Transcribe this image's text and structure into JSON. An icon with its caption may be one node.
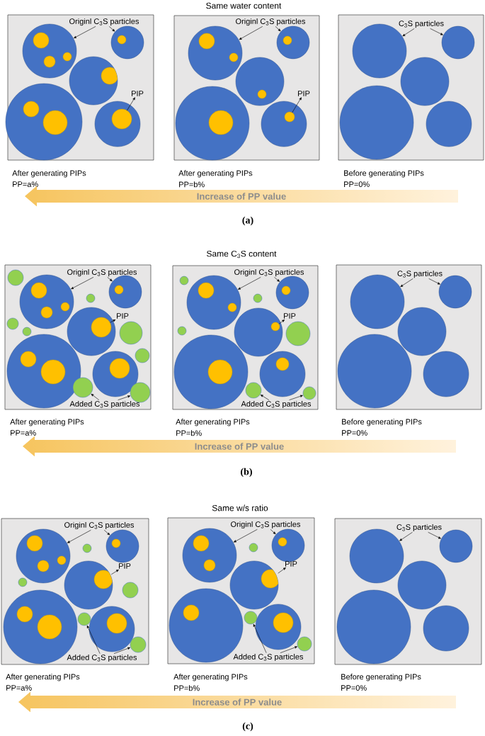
{
  "diagram": {
    "nodes": [
      {
        "text": [],
        "shape": "box",
        "beside": [
          "After generating PIPs",
          "PP=a%"
        ]
      },
      {
        "text": [
          "Originl C$_{3}$S particles"
        ],
        "in": 0
      },
      {
        "text": [
          "PIP"
        ],
        "in": 0
      },
      {
        "text": [],
        "shape": "circle",
        "in": 0
      },
      {
        "text": [],
        "shape": "circle",
        "in": 0
      },
      {
        "text": [],
        "shape": "circle",
        "in": 0
      },
      {
        "text": [],
        "shape": "circle",
        "in": 0
      },
      {
        "text": [],
        "shape": "circle",
        "in": 0
      },
      {
        "text": [],
        "shape": "circle",
        "in": 3
      },
      {
        "text": [],
        "shape": "circle",
        "in": 3
      },
      {
        "text": [],
        "shape": "circle",
        "in": 3
      },
      {
        "text": [],
        "shape": "circle",
        "in": 4
      },
      {
        "text": [],
        "shape": "circle",
        "in": 5
      },
      {
        "text": [],
        "shape": "circle",
        "in": 6
      },
      {
        "text": [],
        "shape": "circle",
        "in": 6
      },
      {
        "text": [],
        "shape": "circle",
        "in": 7
      },
      {
        "text": [],
        "shape": "box",
        "beside": [
          "After generating PIPs",
          "PP=b%"
        ]
      },
      {
        "text": [
          "Originl C$_{3}$S particles"
        ],
        "in": 16
      },
      {
        "text": [
          "PIP"
        ],
        "in": 16
      },
      {
        "text": [],
        "shape": "circle",
        "in": 16
      },
      {
        "text": [],
        "shape": "circle",
        "in": 16
      },
      {
        "text": [],
        "shape": "circle",
        "in": 16
      },
      {
        "text": [],
        "shape": "circle",
        "in": 16
      },
      {
        "text": [],
        "shape": "circle",
        "in": 16
      },
      {
        "text": [],
        "shape": "circle",
        "in": 19
      },
      {
        "text": [],
        "shape": "circle",
        "in": 19
      },
      {
        "text": [],
        "shape": "circle",
        "in": 20
      },
      {
        "text": [],
        "shape": "circle",
        "in": 21
      },
      {
        "text": [],
        "shape": "circle",
        "in": 22
      },
      {
        "text": [],
        "shape": "circle",
        "in": 23
      },
      {
        "text": [],
        "shape": "box",
        "beside": [
          "Before generating PIPs",
          "PP=0%"
        ]
      },
      {
        "text": [
          "C$_{3}$S particles"
        ],
        "in": 30
      },
      {
        "text": [],
        "shape": "circle",
        "in": 30
      },
      {
        "text": [],
        "shape": "circle",
        "in": 30
      },
      {
        "text": [],
        "shape": "circle",
        "in": 30
      },
      {
        "text": [],
        "shape": "circle",
        "in": 30
      },
      {
        "text": [],
        "shape": "circle",
        "in": 30
      },
      {
        "text": [
          "Increase of PP value"
        ]
      },
      {
        "text": [],
        "shape": "box",
        "beside": [
          "After generating PIPs",
          "PP=a%"
        ]
      },
      {
        "text": [
          "Originl C$_{3}$S particles"
        ],
        "in": 38
      },
      {
        "text": [
          "PIP"
        ],
        "in": 38
      },
      {
        "text": [
          "Added C$_{3}$S particles"
        ],
        "in": 38
      },
      {
        "text": [],
        "shape": "circle",
        "in": 38
      },
      {
        "text": [],
        "shape": "circle",
        "in": 38
      },
      {
        "text": [],
        "shape": "circle",
        "in": 38
      },
      {
        "text": [],
        "shape": "circle",
        "in": 38
      },
      {
        "text": [],
        "shape": "circle",
        "in": 38
      },
      {
        "text": [],
        "shape": "circle",
        "in": 38
      },
      {
        "text": [],
        "shape": "circle",
        "in": 38
      },
      {
        "text": [],
        "shape": "circle",
        "in": 38
      },
      {
        "text": [],
        "shape": "circle",
        "in": 38
      },
      {
        "text": [],
        "shape": "circle",
        "in": 38
      },
      {
        "text": [],
        "shape": "circle",
        "in": 38
      },
      {
        "text": [],
        "shape": "circle",
        "in": 38
      },
      {
        "text": [],
        "shape": "circle",
        "in": 38
      },
      {
        "text": [],
        "shape": "circle",
        "in": 43
      },
      {
        "text": [],
        "shape": "circle",
        "in": 43
      },
      {
        "text": [],
        "shape": "circle",
        "in": 43
      },
      {
        "text": [],
        "shape": "circle",
        "in": 44
      },
      {
        "text": [],
        "shape": "circle",
        "in": 48
      },
      {
        "text": [],
        "shape": "circle",
        "in": 50
      },
      {
        "text": [],
        "shape": "circle",
        "in": 50
      },
      {
        "text": [],
        "shape": "circle",
        "in": 51
      },
      {
        "text": [],
        "shape": "box",
        "beside": [
          "After generating PIPs",
          "PP=b%"
        ]
      },
      {
        "text": [
          "Originl C$_{3}$S particles"
        ],
        "in": 63
      },
      {
        "text": [
          "PIP"
        ],
        "in": 63
      },
      {
        "text": [
          "Added C$_{3}$S particles"
        ],
        "in": 63
      },
      {
        "text": [],
        "shape": "circle",
        "in": 63
      },
      {
        "text": [],
        "shape": "circle",
        "in": 63
      },
      {
        "text": [],
        "shape": "circle",
        "in": 63
      },
      {
        "text": [],
        "shape": "circle",
        "in": 63
      },
      {
        "text": [],
        "shape": "circle",
        "in": 63
      },
      {
        "text": [],
        "shape": "circle",
        "in": 63
      },
      {
        "text": [],
        "shape": "circle",
        "in": 63
      },
      {
        "text": [],
        "shape": "circle",
        "in": 63
      },
      {
        "text": [],
        "shape": "circle",
        "in": 63
      },
      {
        "text": [],
        "shape": "circle",
        "in": 63
      },
      {
        "text": [],
        "shape": "circle",
        "in": 63
      },
      {
        "text": [],
        "shape": "circle",
        "in": 68
      },
      {
        "text": [],
        "shape": "circle",
        "in": 68
      },
      {
        "text": [],
        "shape": "circle",
        "in": 69
      },
      {
        "text": [],
        "shape": "circle",
        "in": 72
      },
      {
        "text": [],
        "shape": "circle",
        "in": 74
      },
      {
        "text": [],
        "shape": "circle",
        "in": 75
      },
      {
        "text": [],
        "shape": "box",
        "beside": [
          "Before generating PIPs",
          "PP=0%"
        ]
      },
      {
        "text": [
          "C$_{3}$S particles"
        ],
        "in": 84
      },
      {
        "text": [],
        "shape": "circle",
        "in": 84
      },
      {
        "text": [],
        "shape": "circle",
        "in": 84
      },
      {
        "text": [],
        "shape": "circle",
        "in": 84
      },
      {
        "text": [],
        "shape": "circle",
        "in": 84
      },
      {
        "text": [],
        "shape": "circle",
        "in": 84
      },
      {
        "text": [
          "Increase of PP value"
        ]
      },
      {
        "text": [],
        "shape": "box",
        "beside": [
          "After generating PIPs",
          "PP=a%"
        ]
      },
      {
        "text": [
          "Originl C$_{3}$S particles"
        ],
        "in": 92
      },
      {
        "text": [
          "PIP"
        ],
        "in": 92
      },
      {
        "text": [
          "Added C$_{3}$S particles"
        ],
        "in": 92
      },
      {
        "text": [],
        "shape": "circle",
        "in": 92
      },
      {
        "text": [],
        "shape": "circle",
        "in": 92
      },
      {
        "text": [],
        "shape": "circle",
        "in": 92
      },
      {
        "text": [],
        "shape": "circle",
        "in": 92
      },
      {
        "text": [],
        "shape": "circle",
        "in": 92
      },
      {
        "text": [],
        "shape": "circle",
        "in": 92
      },
      {
        "text": [],
        "shape": "circle",
        "in": 92
      },
      {
        "text": [],
        "shape": "circle",
        "in": 92
      },
      {
        "text": [],
        "shape": "circle",
        "in": 92
      },
      {
        "text": [],
        "shape": "circle",
        "in": 92
      },
      {
        "text": [],
        "shape": "circle",
        "in": 96
      },
      {
        "text": [],
        "shape": "circle",
        "in": 96
      },
      {
        "text": [],
        "shape": "circle",
        "in": 96
      },
      {
        "text": [],
        "shape": "circle",
        "in": 97
      },
      {
        "text": [],
        "shape": "circle",
        "in": 100
      },
      {
        "text": [],
        "shape": "circle",
        "in": 102
      },
      {
        "text": [],
        "shape": "circle",
        "in": 102
      },
      {
        "text": [],
        "shape": "circle",
        "in": 104
      },
      {
        "text": [],
        "shape": "box",
        "beside": [
          "After generating PIPs",
          "PP=b%"
        ]
      },
      {
        "text": [
          "Originl C$_{3}$S particles"
        ],
        "in": 114
      },
      {
        "text": [
          "PIP"
        ],
        "in": 114
      },
      {
        "text": [
          "Added C$_{3}$S particles"
        ],
        "in": 114
      },
      {
        "text": [],
        "shape": "circle",
        "in": 114
      },
      {
        "text": [],
        "shape": "circle",
        "in": 114
      },
      {
        "text": [],
        "shape": "circle",
        "in": 114
      },
      {
        "text": [],
        "shape": "circle",
        "in": 114
      },
      {
        "text": [],
        "shape": "circle",
        "in": 114
      },
      {
        "text": [],
        "shape": "circle",
        "in": 114
      },
      {
        "text": [],
        "shape": "circle",
        "in": 114
      },
      {
        "text": [],
        "shape": "circle",
        "in": 114
      },
      {
        "text": [],
        "shape": "circle",
        "in": 118
      },
      {
        "text": [],
        "shape": "circle",
        "in": 118
      },
      {
        "text": [],
        "shape": "circle",
        "in": 119
      },
      {
        "text": [],
        "shape": "circle",
        "in": 121
      },
      {
        "text": [],
        "shape": "circle",
        "in": 122
      },
      {
        "text": [],
        "shape": "circle",
        "in": 124
      },
      {
        "text": [],
        "shape": "box",
        "beside": [
          "Before generating PIPs",
          "PP=0%"
        ]
      },
      {
        "text": [
          "C$_{3}$S particles"
        ],
        "in": 132
      },
      {
        "text": [],
        "shape": "circle",
        "in": 132
      },
      {
        "text": [],
        "shape": "circle",
        "in": 132
      },
      {
        "text": [],
        "shape": "circle",
        "in": 132
      },
      {
        "text": [],
        "shape": "circle",
        "in": 132
      },
      {
        "text": [],
        "shape": "circle",
        "in": 132
      },
      {
        "text": [
          "Increase of PP value"
        ]
      }
    ],
    "edges": [
      {
        "from": 1,
        "to": 3,
        "arrow": "to"
      },
      {
        "from": 1,
        "to": 4,
        "arrow": "to"
      },
      {
        "from": 15,
        "to": 2,
        "arrow": "to"
      },
      {
        "from": 17,
        "to": 19,
        "arrow": "to"
      },
      {
        "from": 17,
        "to": 20,
        "arrow": "to"
      },
      {
        "from": 29,
        "to": 18,
        "arrow": "to"
      },
      {
        "from": 31,
        "to": 32,
        "arrow": "to"
      },
      {
        "from": 31,
        "to": 33,
        "arrow": "to"
      },
      {
        "from": 39,
        "to": 43,
        "arrow": "to"
      },
      {
        "from": 39,
        "to": 44,
        "arrow": "to"
      },
      {
        "from": 59,
        "to": 40,
        "arrow": "to"
      },
      {
        "from": 41,
        "to": 53,
        "arrow": "to"
      },
      {
        "from": 41,
        "to": 54,
        "arrow": "to"
      },
      {
        "from": 64,
        "to": 68,
        "arrow": "to"
      },
      {
        "from": 64,
        "to": 69,
        "arrow": "to"
      },
      {
        "from": 81,
        "to": 65,
        "arrow": "to"
      },
      {
        "from": 66,
        "to": 76,
        "arrow": "to"
      },
      {
        "from": 66,
        "to": 77,
        "arrow": "to"
      },
      {
        "from": 85,
        "to": 86,
        "arrow": "to"
      },
      {
        "from": 85,
        "to": 87,
        "arrow": "to"
      },
      {
        "from": 93,
        "to": 96,
        "arrow": "to"
      },
      {
        "from": 93,
        "to": 97,
        "arrow": "to"
      },
      {
        "from": 110,
        "to": 94,
        "arrow": "to"
      },
      {
        "from": 95,
        "to": 103,
        "arrow": "to"
      },
      {
        "from": 95,
        "to": 105,
        "arrow": "to"
      },
      {
        "from": 115,
        "to": 118,
        "arrow": "to"
      },
      {
        "from": 115,
        "to": 119,
        "arrow": "to"
      },
      {
        "from": 129,
        "to": 116,
        "arrow": "to"
      },
      {
        "from": 117,
        "to": 123,
        "arrow": "to"
      },
      {
        "from": 117,
        "to": 125,
        "arrow": "to"
      },
      {
        "from": 133,
        "to": 134,
        "arrow": "to"
      },
      {
        "from": 133,
        "to": 135,
        "arrow": "to"
      }
    ],
    "labels": [
      "Same water content",
      "(a)",
      "Same C$_{3}$S content",
      "(b)",
      "Same w/s ratio",
      "(c)"
    ]
  }
}
